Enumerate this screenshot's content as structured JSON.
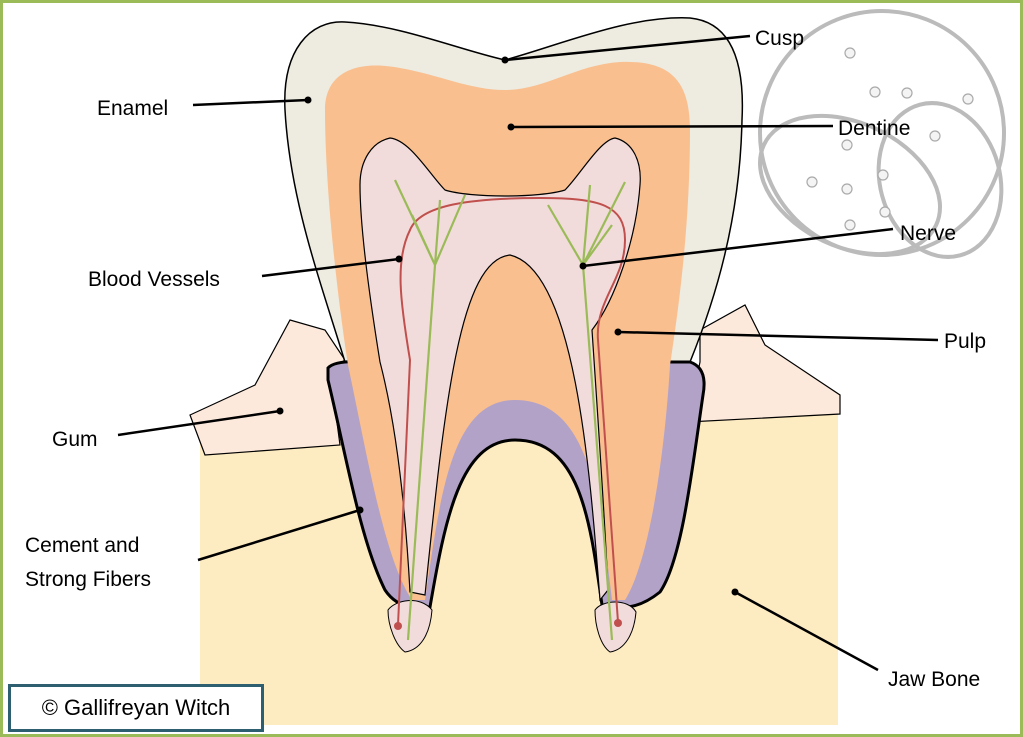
{
  "title": "Tooth anatomy",
  "labels": {
    "cusp": "Cusp",
    "enamel": "Enamel",
    "dentine": "Dentine",
    "nerve": "Nerve",
    "blood_vessels": "Blood Vessels",
    "pulp": "Pulp",
    "gum": "Gum",
    "cement_line1": "Cement and",
    "cement_line2": "Strong Fibers",
    "jaw_bone": "Jaw Bone"
  },
  "copyright": "© Gallifreyan Witch",
  "colors": {
    "frame": "#9bbb59",
    "enamel": "#eeebe0",
    "dentine": "#f9bf8f",
    "pulp": "#f2dcdb",
    "cement": "#b2a2c7",
    "gum": "#fde9dc",
    "jaw_bone": "#fdebc2",
    "nerve": "#9bbb59",
    "blood_vessel": "#c0504d"
  }
}
